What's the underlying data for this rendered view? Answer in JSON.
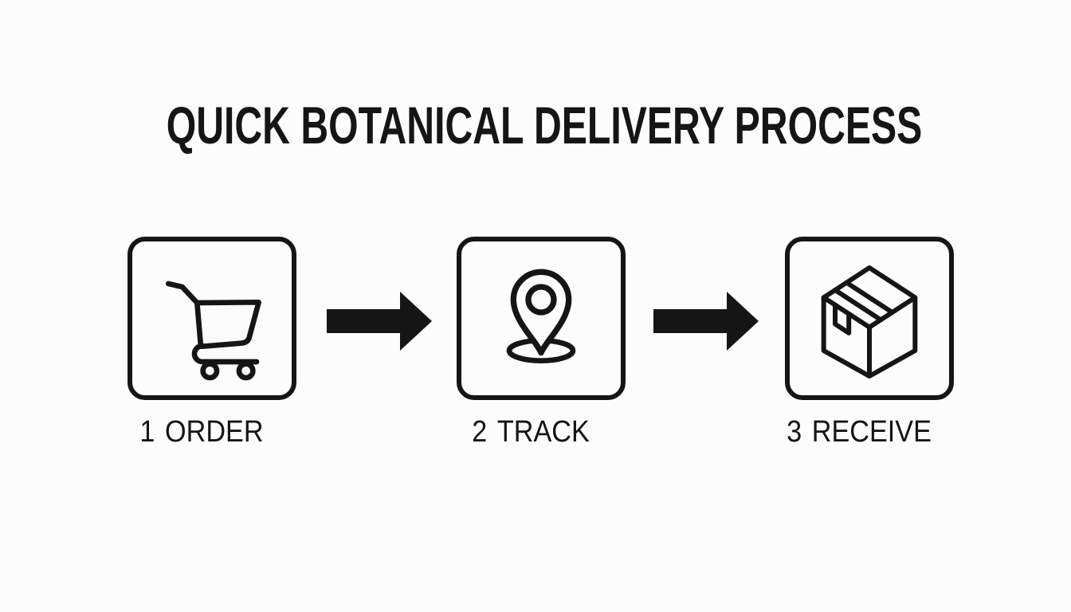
{
  "title": "QUICK BOTANICAL DELIVERY PROCESS",
  "steps": [
    {
      "number": "1",
      "label": "ORDER",
      "icon": "shopping-cart-icon"
    },
    {
      "number": "2",
      "label": "TRACK",
      "icon": "location-pin-icon"
    },
    {
      "number": "3",
      "label": "RECEIVE",
      "icon": "package-box-icon"
    }
  ],
  "connectors": [
    {
      "icon": "arrow-right-icon"
    },
    {
      "icon": "arrow-right-icon"
    }
  ],
  "colors": {
    "background": "#fcfcfc",
    "ink": "#151515"
  }
}
